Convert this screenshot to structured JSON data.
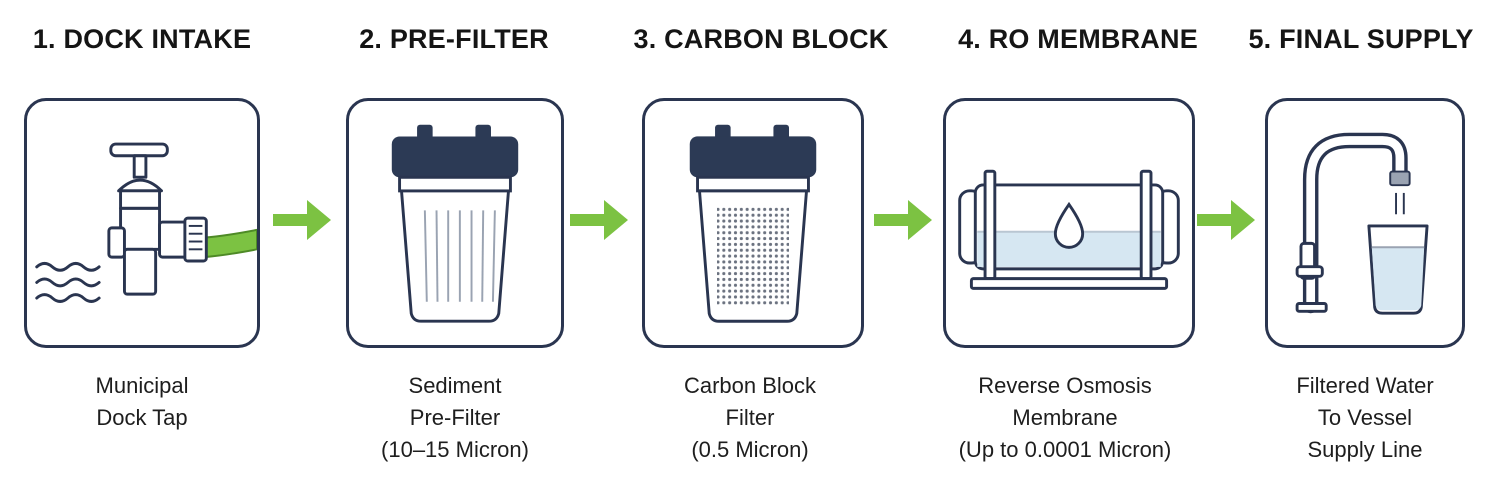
{
  "colors": {
    "frame": "#2a3550",
    "cap": "#2c3a55",
    "arrow": "#7cc242",
    "hose": "#7cc242",
    "water": "#d6e7f2"
  },
  "stages": [
    {
      "title": "1. DOCK INTAKE",
      "icon": "dock-tap-icon",
      "caption": [
        "Municipal",
        "Dock Tap"
      ]
    },
    {
      "title": "2. PRE-FILTER",
      "icon": "sediment-filter-icon",
      "caption": [
        "Sediment",
        "Pre-Filter",
        "(10–15 Micron)"
      ]
    },
    {
      "title": "3. CARBON BLOCK",
      "icon": "carbon-filter-icon",
      "caption": [
        "Carbon Block",
        "Filter",
        "(0.5 Micron)"
      ]
    },
    {
      "title": "4. RO MEMBRANE",
      "icon": "ro-membrane-icon",
      "caption": [
        "Reverse Osmosis",
        "Membrane",
        "(Up to 0.0001 Micron)"
      ]
    },
    {
      "title": "5. FINAL SUPPLY",
      "icon": "faucet-glass-icon",
      "caption": [
        "Filtered Water",
        "To Vessel",
        "Supply Line"
      ]
    }
  ],
  "connectors": [
    "arrow-right-icon",
    "arrow-right-icon",
    "arrow-right-icon",
    "arrow-right-icon"
  ]
}
